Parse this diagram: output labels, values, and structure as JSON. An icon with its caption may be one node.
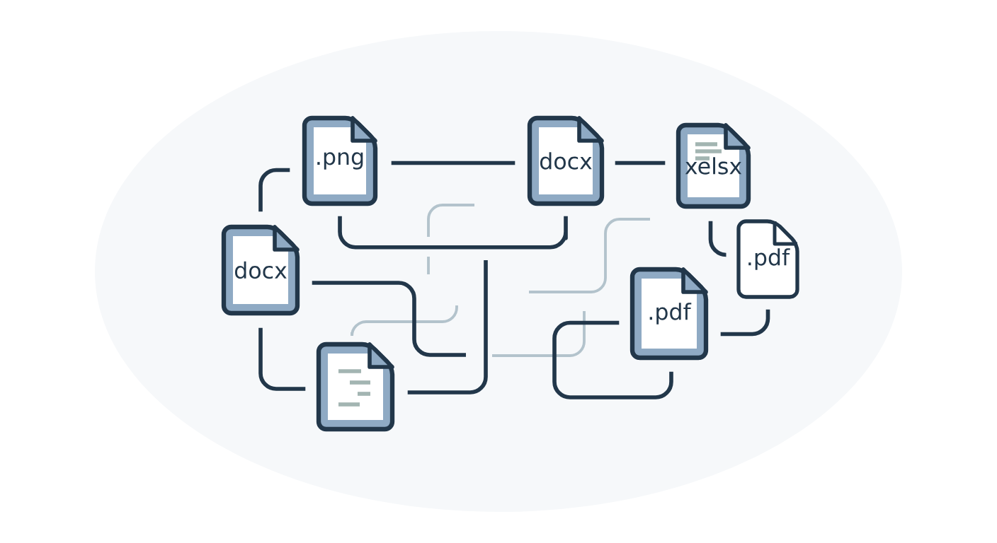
{
  "diagram": {
    "nodes": [
      {
        "text": [
          ".png"
        ]
      },
      {
        "text": [
          "docx"
        ]
      },
      {
        "text": [
          "xelsx"
        ]
      },
      {
        "text": [
          "docx"
        ]
      },
      {
        "text": [],
        "shape": "document"
      },
      {
        "text": [
          ".pdf"
        ]
      },
      {
        "text": [
          ".pdf"
        ]
      }
    ],
    "edges": [
      {
        "from": 0,
        "to": 1,
        "arrow": "none"
      },
      {
        "from": 0,
        "to": 1,
        "arrow": "none"
      },
      {
        "from": 1,
        "to": 2,
        "arrow": "none"
      },
      {
        "from": 3,
        "to": 0,
        "arrow": "none"
      },
      {
        "from": 3,
        "to": 4,
        "arrow": "none"
      },
      {
        "from": 3,
        "to": null,
        "arrow": "none"
      },
      {
        "from": 4,
        "to": null,
        "arrow": "none"
      },
      {
        "from": 2,
        "to": 5,
        "arrow": "none"
      },
      {
        "from": 5,
        "to": 6,
        "arrow": "none"
      },
      {
        "from": 6,
        "to": 6,
        "arrow": "none"
      }
    ]
  }
}
